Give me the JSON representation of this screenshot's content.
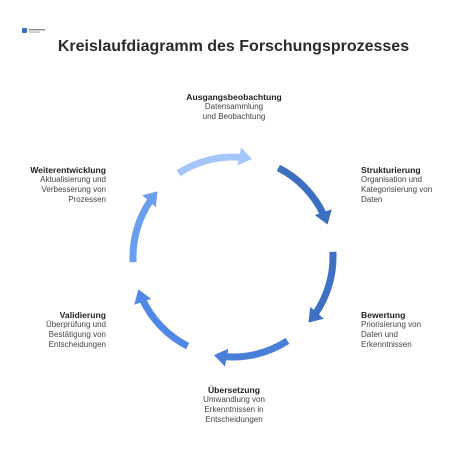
{
  "title": "Kreislaufdiagramm des Forschungsprozesses",
  "colors": {
    "arrow_1": "#3d6fc0",
    "arrow_2": "#3f70c3",
    "arrow_3": "#4a7fd8",
    "arrow_4": "#5088e6",
    "arrow_5": "#6a9eee",
    "arrow_6": "#a4c6fb"
  },
  "stages": [
    {
      "head": "Ausgangsbeobachtung",
      "desc": [
        "Datensammlung",
        "und Beobachtung"
      ]
    },
    {
      "head": "Strukturierung",
      "desc": [
        "Organisation und",
        "Kategorisierung von",
        "Daten"
      ]
    },
    {
      "head": "Bewertung",
      "desc": [
        "Priorisierung von",
        "Daten und",
        "Erkenntnissen"
      ]
    },
    {
      "head": "Übersetzung",
      "desc": [
        "Umwandlung von",
        "Erkenntnissen in",
        "Entscheidungen"
      ]
    },
    {
      "head": "Validierung",
      "desc": [
        "Überprüfung und",
        "Bestätigung von",
        "Entscheidungen"
      ]
    },
    {
      "head": "Weiterentwicklung",
      "desc": [
        "Aktualisierung und",
        "Verbesserung von",
        "Prozessen"
      ]
    }
  ]
}
